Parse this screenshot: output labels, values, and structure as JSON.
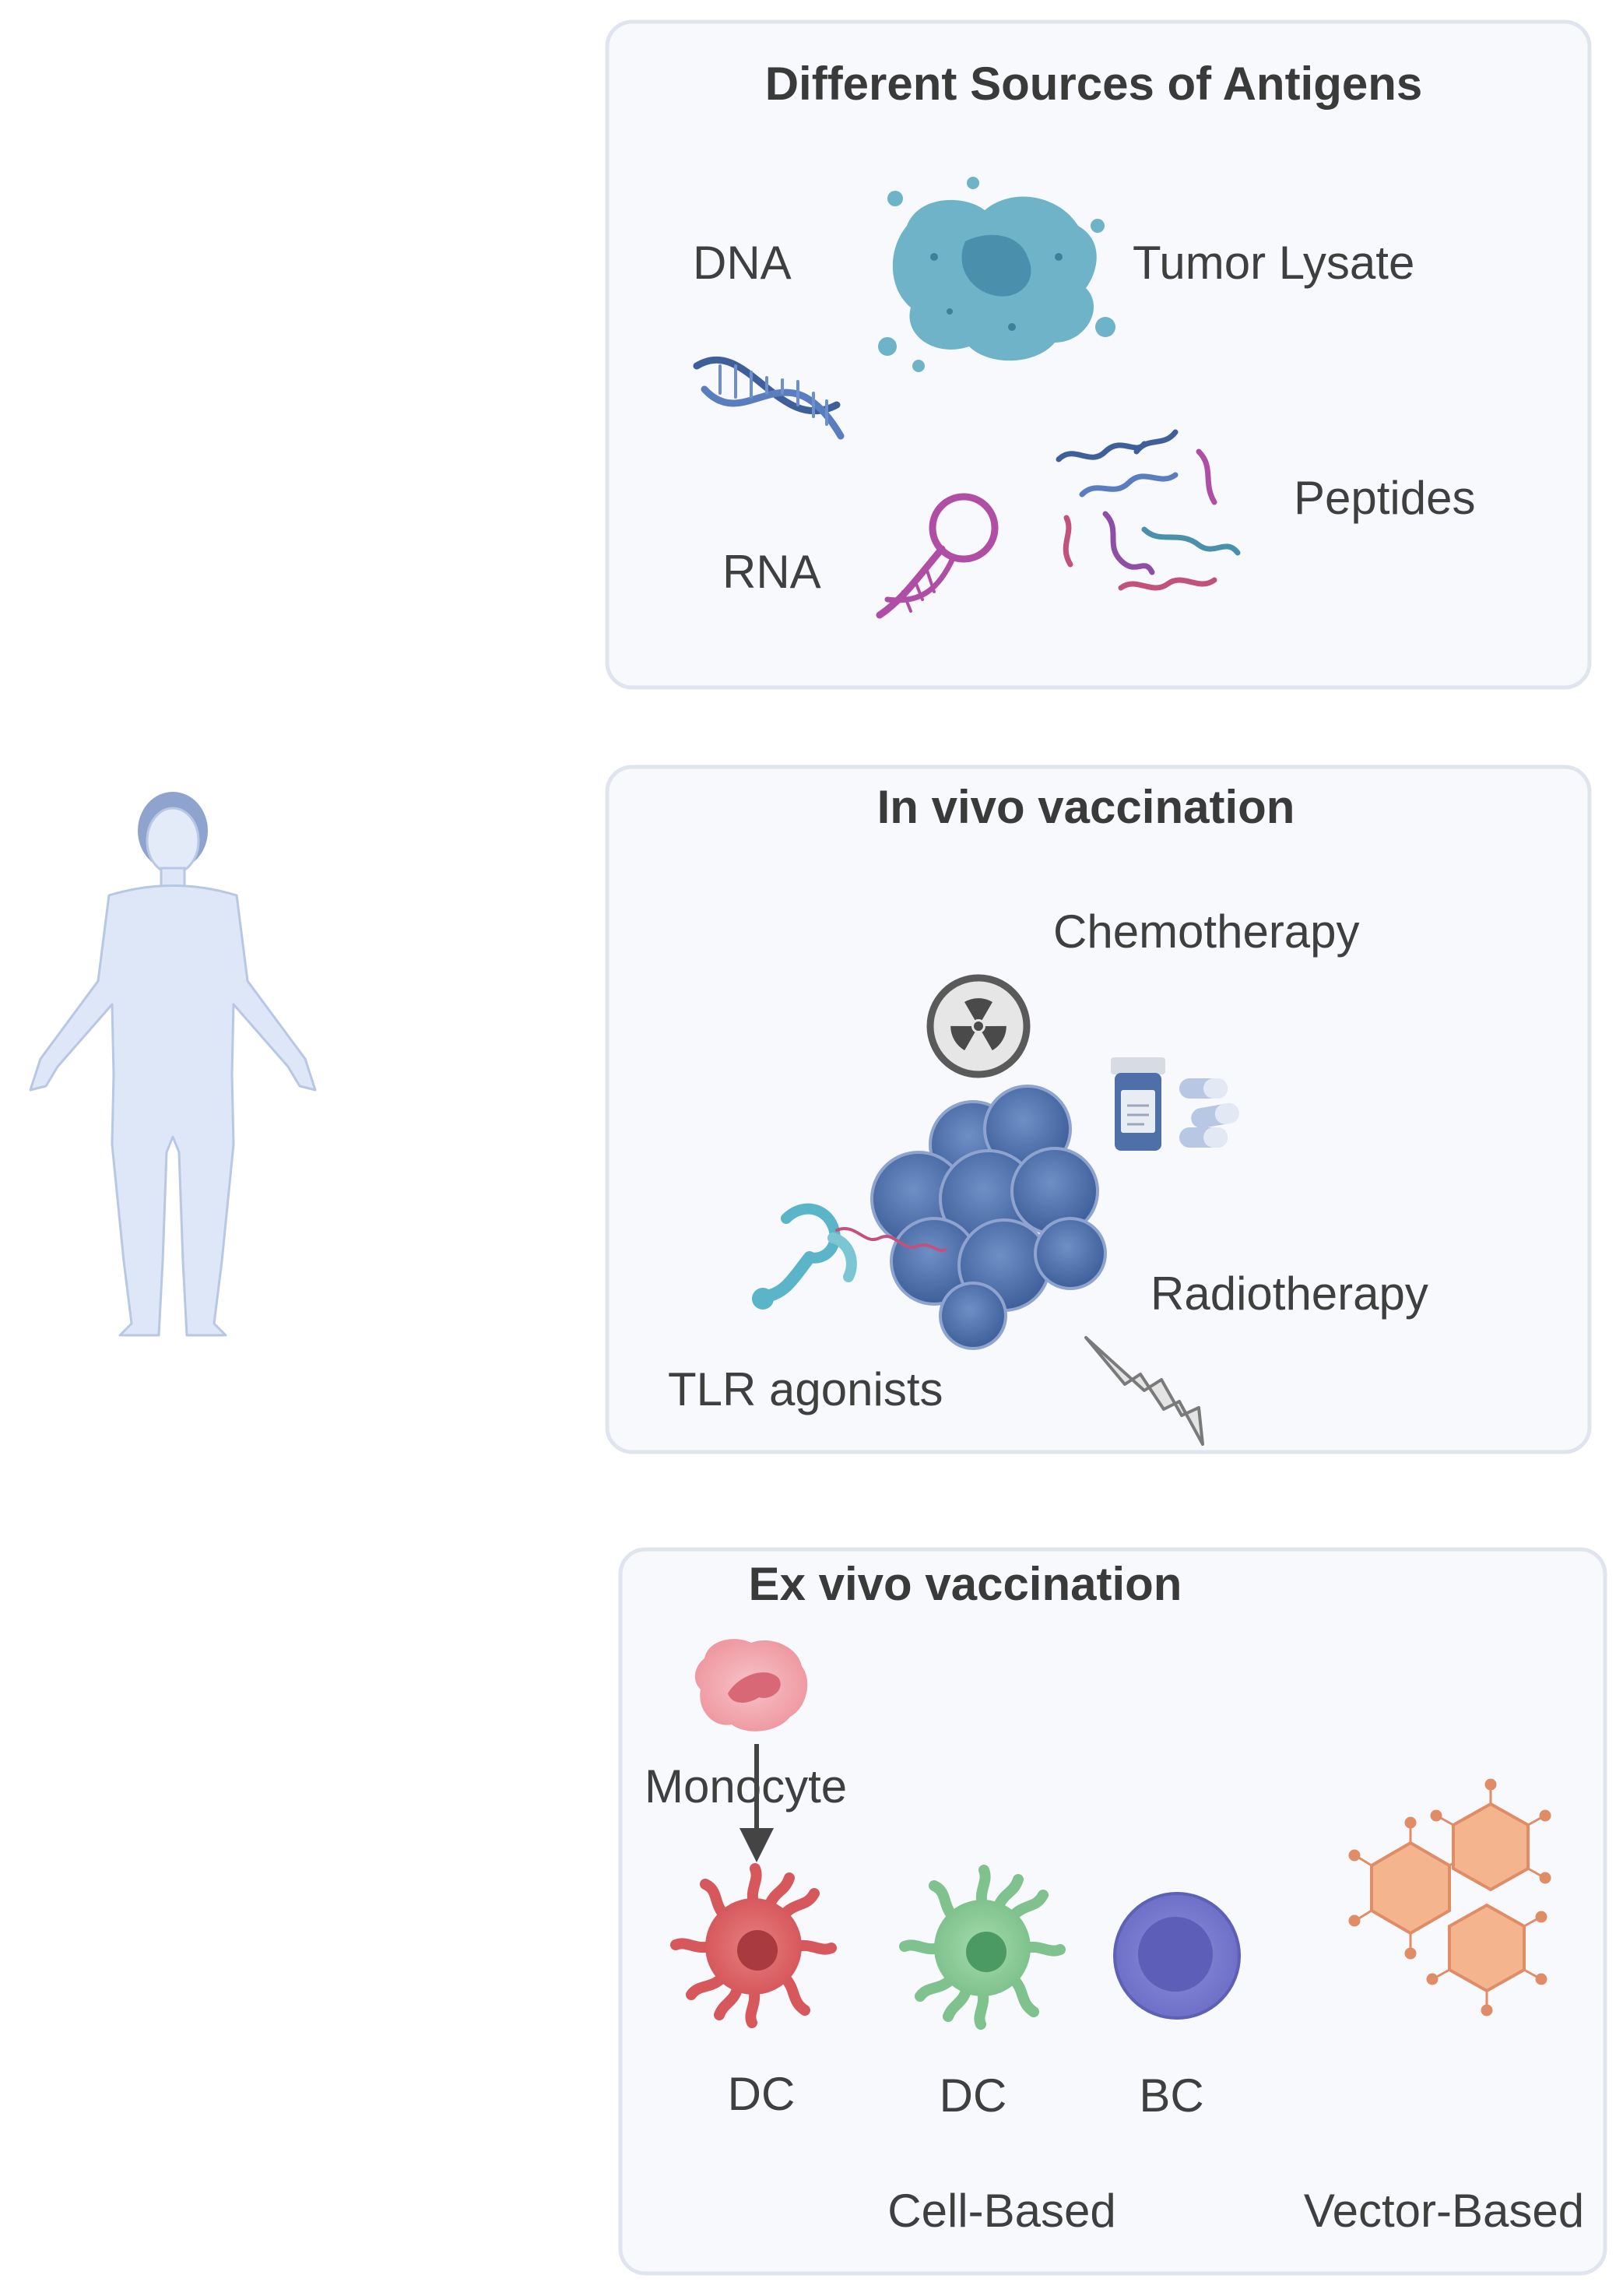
{
  "panels": {
    "antigens": {
      "title": "Different Sources of Antigens",
      "labels": {
        "dna": "DNA",
        "tumor_lysate": "Tumor Lysate",
        "rna": "RNA",
        "peptides": "Peptides"
      }
    },
    "in_vivo": {
      "title": "In vivo vaccination",
      "labels": {
        "chemotherapy": "Chemotherapy",
        "radiotherapy": "Radiotherapy",
        "tlr_agonists": "TLR agonists"
      }
    },
    "ex_vivo": {
      "title": "Ex vivo vaccination",
      "labels": {
        "monocyte": "Monocyte",
        "dc_1": "DC",
        "dc_2": "DC",
        "bc": "BC",
        "cell_based": "Cell-Based",
        "vector_based": "Vector-Based"
      }
    }
  },
  "colors": {
    "panel_fill": "#f7f9fd",
    "panel_stroke": "#dfe4ee",
    "body_fill": "#dde7f7",
    "tumor_lysate": "#6fb3c9",
    "tumor_blue": "#4f6fa8",
    "dc_red": "#d6585c",
    "dc_green": "#7fc28d",
    "bc_purple": "#7d7fd0",
    "vector_orange": "#efa57a",
    "monocyte_pink": "#f2a3ab"
  },
  "icons": [
    "human-body-icon",
    "dna-helix-icon",
    "tumor-lysate-icon",
    "rna-icon",
    "peptides-icon",
    "radiation-icon",
    "pill-bottle-icon",
    "tumor-mass-icon",
    "tlr-agonist-icon",
    "lightning-icon",
    "monocyte-icon",
    "arrow-down-icon",
    "dendritic-cell-icon",
    "b-cell-icon",
    "viral-vector-icon"
  ]
}
